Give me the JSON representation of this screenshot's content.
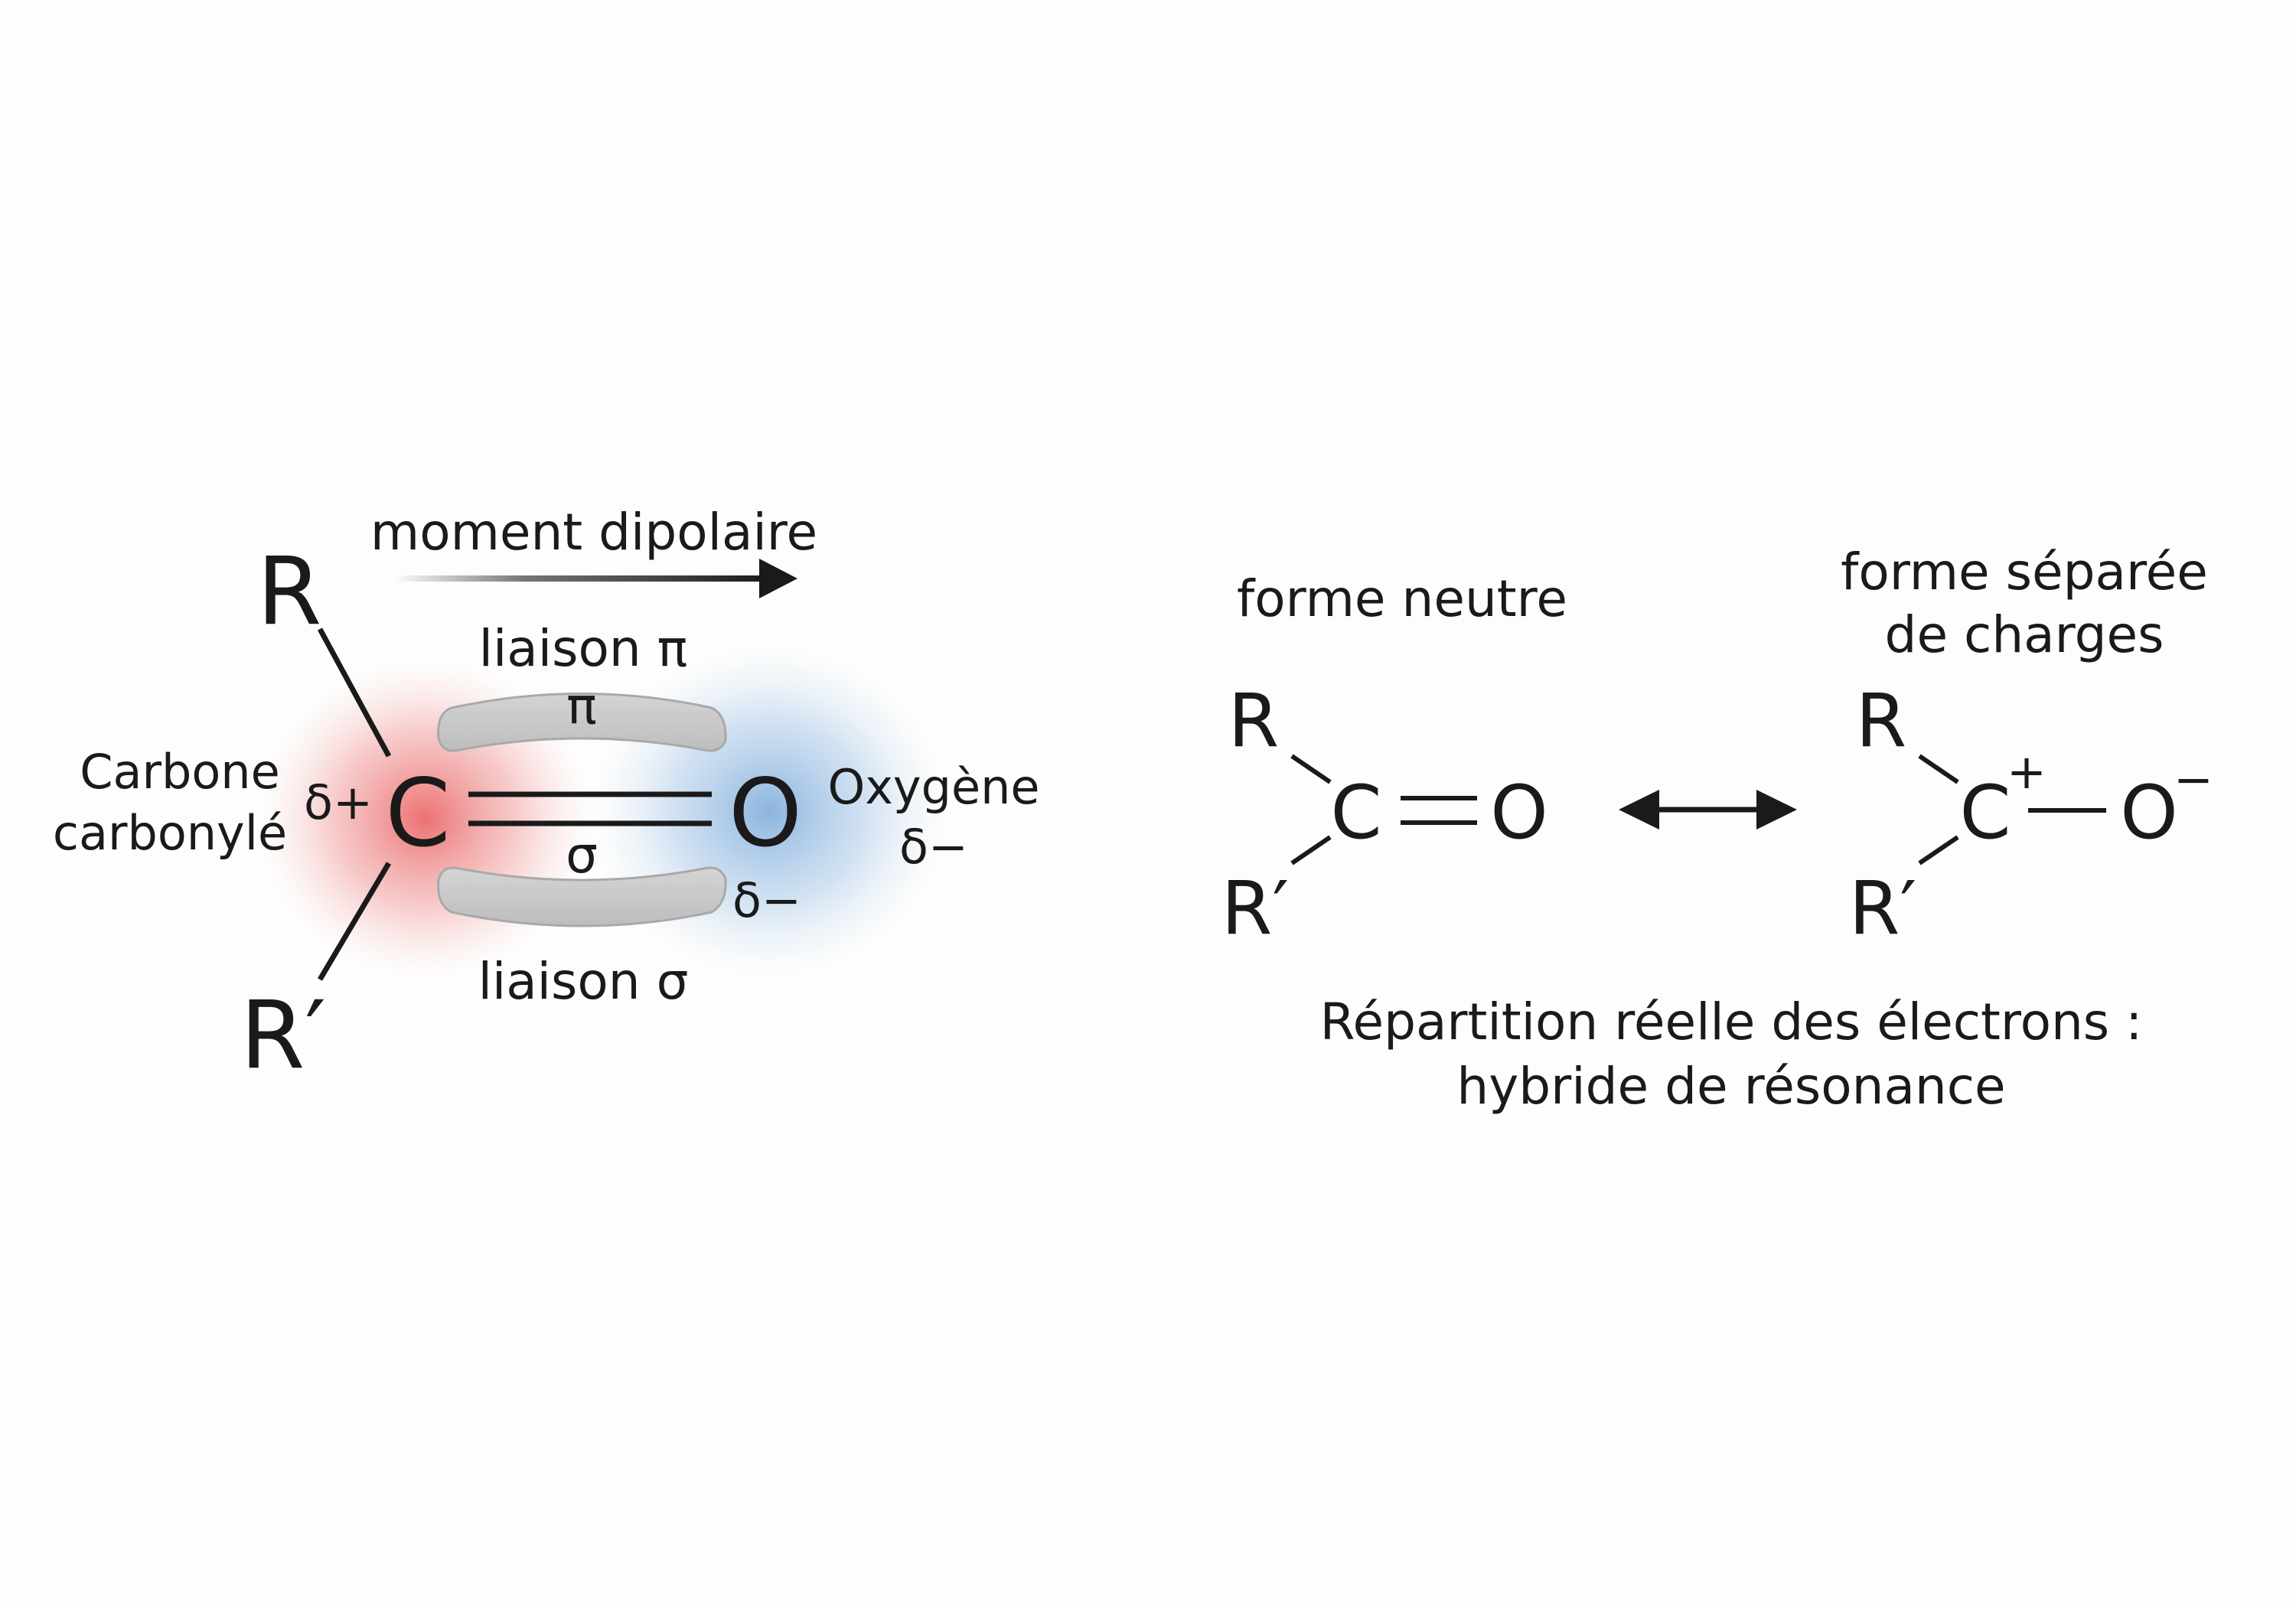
{
  "left": {
    "dipole_label": "moment dipolaire",
    "pi_bond_label": "liaison π",
    "pi_symbol": "π",
    "sigma_symbol": "σ",
    "sigma_bond_label": "liaison σ",
    "carbon_label_line1": "Carbone",
    "carbon_label_line2": "carbonylé",
    "delta_plus": "δ+",
    "delta_minus": "δ−",
    "oxygen_label_line1": "Oxygène",
    "oxygen_label_line2": "δ−",
    "atom_r": "R",
    "atom_r_prime": "R′",
    "atom_c": "C",
    "atom_o": "O"
  },
  "right": {
    "neutral_label": "forme neutre",
    "separated_label_line1": "forme séparée",
    "separated_label_line2": "de charges",
    "caption_line1": "Répartition réelle des électrons :",
    "caption_line2": "hybride de résonance",
    "atom_r": "R",
    "atom_r_prime": "R′",
    "atom_c": "C",
    "atom_o": "O",
    "plus": "+",
    "minus": "−"
  },
  "colors": {
    "carbon_glow": "#e8585a",
    "oxygen_glow": "#6fa2d8",
    "orbital_fill": "#c9c9c9",
    "ink": "#1a1a1a"
  }
}
